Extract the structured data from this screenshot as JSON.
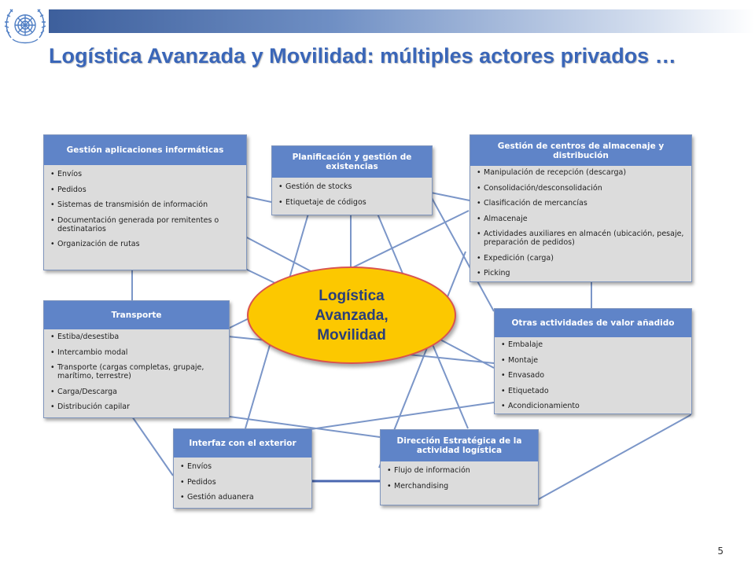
{
  "slide": {
    "title": "Logística Avanzada y Movilidad: múltiples actores privados …",
    "page_number": "5"
  },
  "center": {
    "label": "Logística Avanzada, Movilidad"
  },
  "boxes": {
    "informatica": {
      "title": "Gestión aplicaciones informáticas",
      "items": [
        "Envíos",
        "Pedidos",
        "Sistemas de transmisión de información",
        "Documentación generada por remitentes o destinatarios",
        "Organización de rutas"
      ]
    },
    "planificacion": {
      "title": "Planificación y gestión de existencias",
      "items": [
        "Gestión de stocks",
        "Etiquetaje de códigos"
      ]
    },
    "almacenaje": {
      "title": "Gestión de centros de almacenaje y distribución",
      "items": [
        "Manipulación de recepción (descarga)",
        "Consolidación/desconsolidación",
        "Clasificación de mercancías",
        "Almacenaje",
        "Actividades auxiliares en almacén (ubicación, pesaje, preparación de pedidos)",
        "Expedición (carga)",
        "Picking"
      ]
    },
    "transporte": {
      "title": "Transporte",
      "items": [
        "Estiba/desestiba",
        "Intercambio modal",
        "Transporte (cargas completas, grupaje, marítimo, terrestre)",
        "Carga/Descarga",
        "Distribución capilar"
      ]
    },
    "valor": {
      "title": "Otras actividades de valor añadido",
      "items": [
        "Embalaje",
        "Montaje",
        "Envasado",
        "Etiquetado",
        "Acondicionamiento"
      ]
    },
    "interfaz": {
      "title": "Interfaz con el exterior",
      "items": [
        "Envíos",
        "Pedidos",
        "Gestión aduanera"
      ]
    },
    "direccion": {
      "title": "Dirección Estratégica de la actividad logística",
      "items": [
        "Flujo de información",
        "Merchandising"
      ]
    }
  }
}
